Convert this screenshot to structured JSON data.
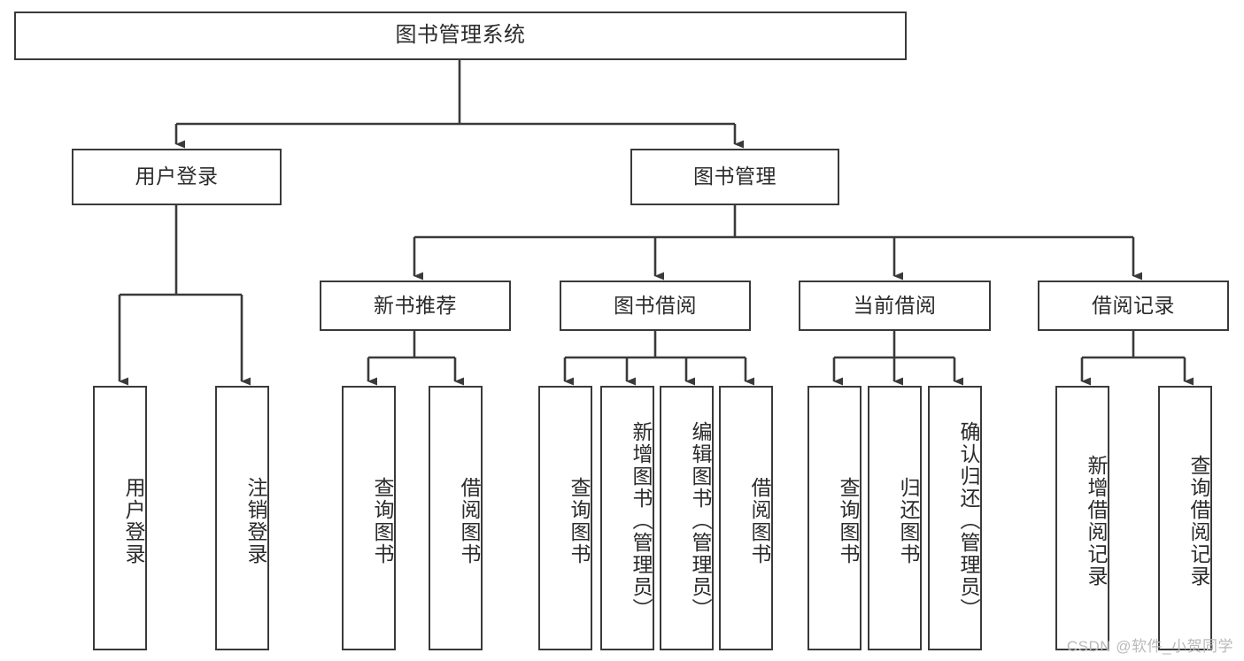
{
  "diagram": {
    "title": "图书管理系统",
    "type": "tree-hierarchy-chart",
    "stroke_color": "#3a3a3a",
    "fill_color": "#ffffff",
    "text_color": "#2b2b2b"
  },
  "root": {
    "label": "图书管理系统"
  },
  "level2": [
    {
      "label": "用户登录"
    },
    {
      "label": "图书管理"
    }
  ],
  "level3": [
    {
      "label": "新书推荐"
    },
    {
      "label": "图书借阅"
    },
    {
      "label": "当前借阅"
    },
    {
      "label": "借阅记录"
    }
  ],
  "leaves": {
    "user_login": [
      {
        "label": "用户登录"
      },
      {
        "label": "注销登录"
      }
    ],
    "new_book_recommend": [
      {
        "label": "查询图书"
      },
      {
        "label": "借阅图书"
      }
    ],
    "book_borrow": [
      {
        "label": "查询图书"
      },
      {
        "label": "新增图书（管理员）"
      },
      {
        "label": "编辑图书（管理员）"
      },
      {
        "label": "借阅图书"
      }
    ],
    "current_borrow": [
      {
        "label": "查询图书"
      },
      {
        "label": "归还图书"
      },
      {
        "label": "确认归还（管理员）"
      }
    ],
    "borrow_record": [
      {
        "label": "新增借阅记录"
      },
      {
        "label": "查询借阅记录"
      }
    ]
  },
  "watermark": {
    "text": "CSDN @软件_小贺同学"
  }
}
